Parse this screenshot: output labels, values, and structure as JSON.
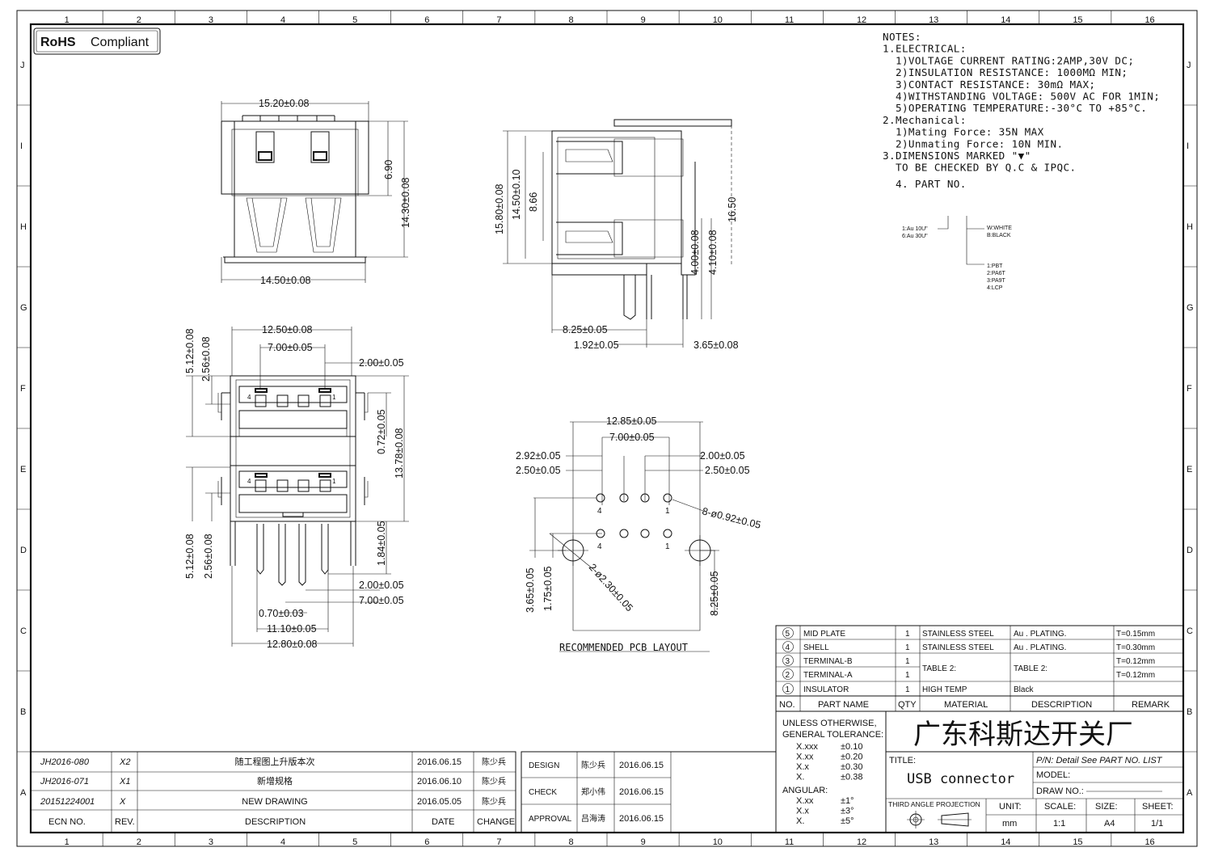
{
  "badge": {
    "rohs": "RoHS",
    "compliant": "Compliant"
  },
  "grid": {
    "columns": [
      "1",
      "2",
      "3",
      "4",
      "5",
      "6",
      "7",
      "8",
      "9",
      "10",
      "11",
      "12",
      "13",
      "14",
      "15",
      "16"
    ],
    "rows": [
      "J",
      "I",
      "H",
      "G",
      "F",
      "E",
      "D",
      "C",
      "B",
      "A"
    ]
  },
  "notes": {
    "lines": [
      "NOTES:",
      "1.ELECTRICAL:",
      "  1)VOLTAGE CURRENT RATING:2AMP,30V DC;",
      "  2)INSULATION RESISTANCE: 1000MΩ MIN;",
      "  3)CONTACT RESISTANCE: 30mΩ MAX;",
      "  4)WITHSTANDING VOLTAGE: 500V AC FOR 1MIN;",
      "  5)OPERATING TEMPERATURE:-30°C TO +85°C.",
      "2.Mechanical:",
      "  1)Mating Force: 35N MAX",
      "  2)Unmating Force: 10N MIN.",
      "3.DIMENSIONS MARKED \"▼\"",
      "  TO BE CHECKED BY Q.C & IPQC.",
      "  4. PART NO."
    ],
    "plating": [
      "1:Au 10U\"",
      "6:Au 30U\""
    ],
    "color": [
      "W:WHITE",
      "B:BLACK"
    ],
    "material": [
      "1:PBT",
      "2:PA6T",
      "3:PA9T",
      "4:LCP"
    ]
  },
  "dims": {
    "front": [
      "15.20±0.08",
      "6.90",
      "14.30±0.08",
      "14.50±0.08"
    ],
    "side": [
      "15.80±0.08",
      "14.50±0.10",
      "8.66",
      "16.50",
      "4.00±0.08",
      "4.10±0.08",
      "8.25±0.05",
      "1.92±0.05",
      "3.65±0.08"
    ],
    "double": [
      "12.50±0.08",
      "7.00±0.05",
      "2.00±0.05",
      "5.12±0.08",
      "2.56±0.08",
      "0.72±0.05",
      "13.78±0.08",
      "5.12±0.08",
      "2.56±0.08",
      "1.84±0.05",
      "2.00±0.05",
      "7.00±0.05",
      "0.70±0.03",
      "11.10±0.05",
      "12.80±0.08"
    ],
    "pcb": [
      "12.85±0.05",
      "7.00±0.05",
      "2.92±0.05",
      "2.50±0.05",
      "2.00±0.05",
      "2.50±0.05",
      "8-ø0.92±0.05",
      "2-ø2.30±0.05",
      "3.65±0.05",
      "1.75±0.05",
      "8.25±0.05"
    ],
    "pin_labels": [
      "4",
      "1",
      "4",
      "1",
      "4",
      "1",
      "4",
      "1"
    ]
  },
  "pcb_caption": "RECOMMENDED PCB LAYOUT",
  "bom": {
    "rows": [
      {
        "no": "5",
        "name": "MID PLATE",
        "qty": "1",
        "material": "STAINLESS STEEL",
        "description": "Au . PLATING.",
        "remark": "T=0.15mm"
      },
      {
        "no": "4",
        "name": "SHELL",
        "qty": "1",
        "material": "STAINLESS STEEL",
        "description": "Au . PLATING.",
        "remark": "T=0.30mm"
      },
      {
        "no": "3",
        "name": "TERMINAL-B",
        "qty": "1",
        "material": "TABLE 2:",
        "description": "TABLE 2:",
        "remark": "T=0.12mm"
      },
      {
        "no": "2",
        "name": "TERMINAL-A",
        "qty": "1",
        "material": "",
        "description": "",
        "remark": "T=0.12mm"
      },
      {
        "no": "1",
        "name": "INSULATOR",
        "qty": "1",
        "material": "HIGH TEMP",
        "description": "Black",
        "remark": ""
      }
    ],
    "headers": [
      "NO.",
      "PART NAME",
      "QTY",
      "MATERIAL",
      "DESCRIPTION",
      "REMARK"
    ]
  },
  "tolerance": {
    "title1": "UNLESS OTHERWISE,",
    "title2": "GENERAL TOLERANCE:",
    "rows": [
      [
        "X.xxx",
        "±0.10"
      ],
      [
        "X.xx",
        "±0.20"
      ],
      [
        "X.x",
        "±0.30"
      ],
      [
        "X.",
        "±0.38"
      ]
    ],
    "angular": "ANGULAR:",
    "angles": [
      [
        "X.xx",
        "±1°"
      ],
      [
        "X.x",
        "±3°"
      ],
      [
        "X.",
        "±5°"
      ]
    ]
  },
  "company": "广东科斯达开关厂",
  "title_block": {
    "title_label": "TITLE:",
    "title": "USB connector",
    "pn": "P/N: Detail See PART NO. LIST",
    "model": "MODEL:",
    "drawno": "DRAW NO.:",
    "projection": "THIRD ANGLE PROJECTION",
    "unit_label": "UNIT:",
    "unit": "mm",
    "scale_label": "SCALE:",
    "scale": "1:1",
    "size_label": "SIZE:",
    "size": "A4",
    "sheet_label": "SHEET:",
    "sheet": "1/1"
  },
  "revisions": {
    "rows": [
      {
        "ecn": "JH2016-080",
        "rev": "X2",
        "desc": "随工程图上升版本次",
        "date": "2016.06.15",
        "by": "陈少兵"
      },
      {
        "ecn": "JH2016-071",
        "rev": "X1",
        "desc": "新增规格",
        "date": "2016.06.10",
        "by": "陈少兵"
      },
      {
        "ecn": "20151224001",
        "rev": "X",
        "desc": "NEW DRAWING",
        "date": "2016.05.05",
        "by": "陈少兵"
      }
    ],
    "headers": [
      "ECN NO.",
      "REV.",
      "DESCRIPTION",
      "DATE",
      "CHANGE"
    ]
  },
  "approvals": [
    {
      "role": "DESIGN",
      "name": "陈少兵",
      "date": "2016.06.15"
    },
    {
      "role": "CHECK",
      "name": "郑小伟",
      "date": "2016.06.15"
    },
    {
      "role": "APPROVAL",
      "name": "吕海涛",
      "date": "2016.06.15"
    }
  ]
}
